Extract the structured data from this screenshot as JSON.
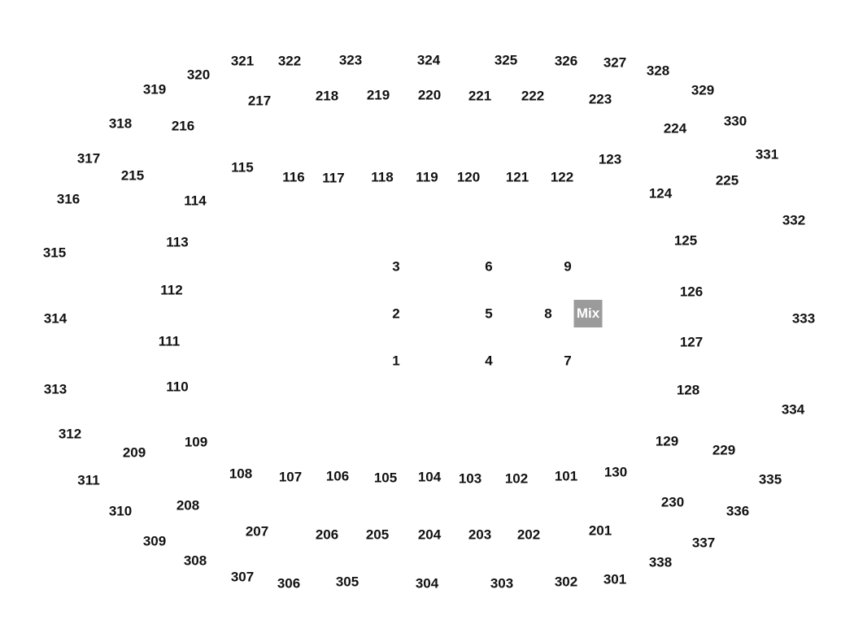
{
  "seatmap": {
    "sections_300": [
      "301",
      "302",
      "303",
      "304",
      "305",
      "306",
      "307",
      "308",
      "309",
      "310",
      "311",
      "312",
      "313",
      "314",
      "315",
      "316",
      "317",
      "318",
      "319",
      "320",
      "321",
      "322",
      "323",
      "324",
      "325",
      "326",
      "327",
      "328",
      "329",
      "330",
      "331",
      "332",
      "333",
      "334",
      "335",
      "336",
      "337",
      "338"
    ],
    "sections_200": [
      "201",
      "202",
      "203",
      "204",
      "205",
      "206",
      "207",
      "208",
      "209",
      "215",
      "216",
      "217",
      "218",
      "219",
      "220",
      "221",
      "222",
      "223",
      "224",
      "225",
      "229",
      "230"
    ],
    "sections_100": [
      "101",
      "102",
      "103",
      "104",
      "105",
      "106",
      "107",
      "108",
      "109",
      "110",
      "111",
      "112",
      "113",
      "114",
      "115",
      "116",
      "117",
      "118",
      "119",
      "120",
      "121",
      "122",
      "123",
      "124",
      "125",
      "126",
      "127",
      "128",
      "129",
      "130"
    ],
    "floor_sections": [
      "1",
      "2",
      "3",
      "4",
      "5",
      "6",
      "7",
      "8",
      "9"
    ],
    "mix_label": "Mix",
    "mix_color": "#9b9b9b"
  }
}
